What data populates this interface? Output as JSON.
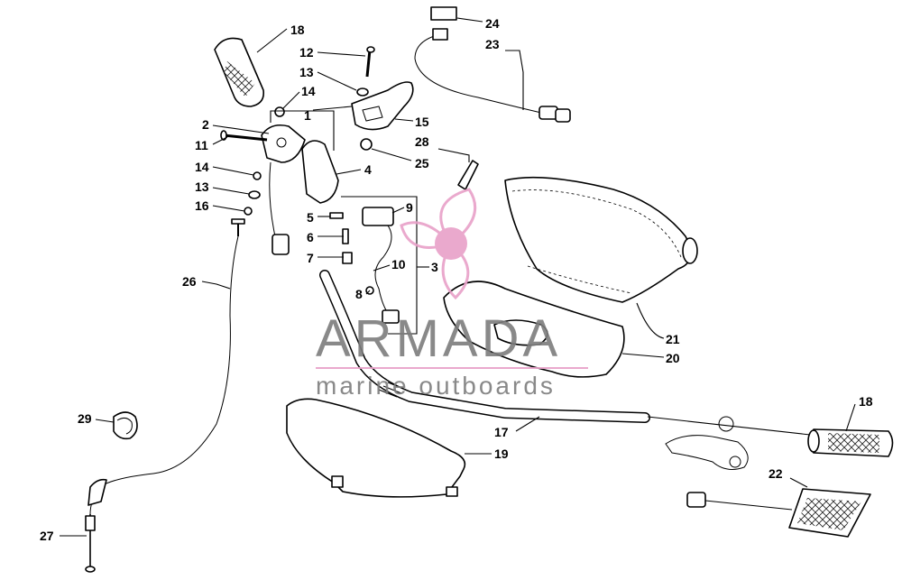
{
  "watermark": {
    "brand": "ARMADA",
    "tagline": "marine outboards",
    "accent_color": "#e8a0c8",
    "text_color": "#7d7d7d"
  },
  "callouts": {
    "c1": "1",
    "c2": "2",
    "c3": "3",
    "c4": "4",
    "c5": "5",
    "c6": "6",
    "c7": "7",
    "c8": "8",
    "c9": "9",
    "c10": "10",
    "c11": "11",
    "c12": "12",
    "c13a": "13",
    "c13b": "13",
    "c14a": "14",
    "c14b": "14",
    "c15": "15",
    "c16": "16",
    "c17": "17",
    "c18a": "18",
    "c18b": "18",
    "c19": "19",
    "c20": "20",
    "c21": "21",
    "c22": "22",
    "c23": "23",
    "c24": "24",
    "c25": "25",
    "c26": "26",
    "c27": "27",
    "c28": "28",
    "c29": "29"
  }
}
